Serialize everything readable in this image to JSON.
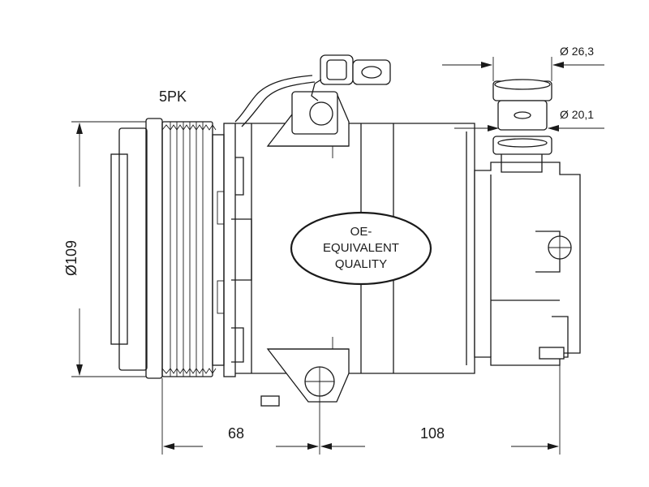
{
  "labels": {
    "belt_profile": "5PK",
    "diameter_pulley": "Ø109",
    "port_outer_dia": "Ø 26,3",
    "port_inner_dia": "Ø 20,1",
    "length_front": "68",
    "length_rear": "108"
  },
  "badge": {
    "line1": "OE-",
    "line2": "EQUIVALENT",
    "line3": "QUALITY"
  },
  "colors": {
    "line": "#1a1a1a",
    "background": "#ffffff"
  }
}
